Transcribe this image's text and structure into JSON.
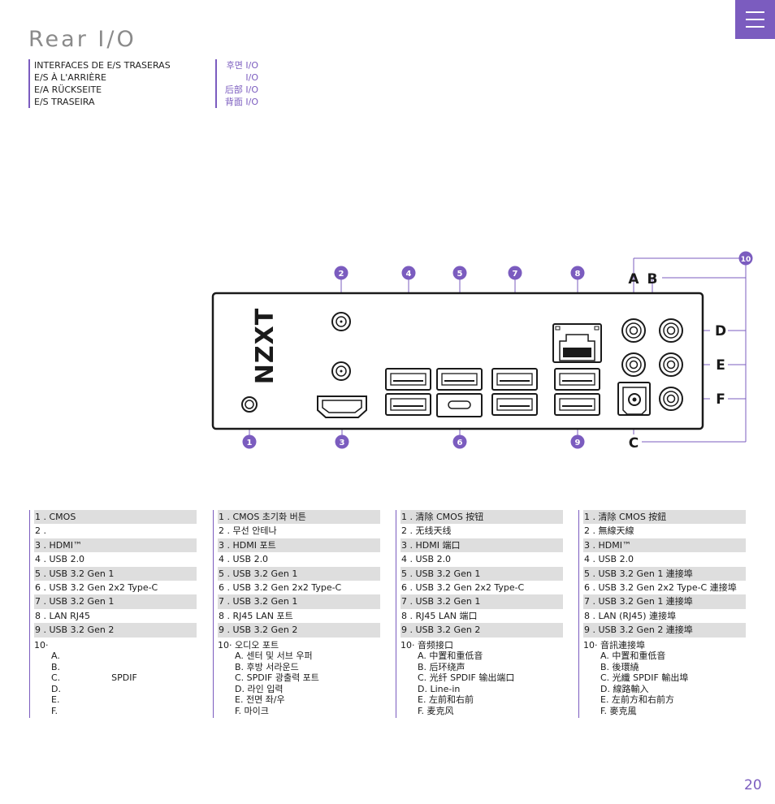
{
  "page": {
    "title": "Rear I/O",
    "page_number": "20"
  },
  "subtitles_left": [
    "INTERFACES DE E/S TRASERAS",
    "E/S À L'ARRIÈRE",
    "E/A RÜCKSEITE",
    "E/S TRASEIRA"
  ],
  "subtitles_right": [
    "후면 I/O",
    "I/O",
    "后部 I/O",
    "背面 I/O"
  ],
  "diagram": {
    "brand": "NZXT",
    "callouts": [
      "1",
      "2",
      "3",
      "4",
      "5",
      "6",
      "7",
      "8",
      "9",
      "10"
    ],
    "audio_letters": [
      "A",
      "B",
      "C",
      "D",
      "E",
      "F"
    ]
  },
  "legend_columns": [
    {
      "rows": [
        "1 . CMOS",
        "2 .",
        "3 . HDMI™",
        "4 . USB 2.0",
        "5 . USB 3.2 Gen 1",
        "6 . USB 3.2 Gen 2x2 Type-C",
        "7 . USB 3.2 Gen 1",
        "8 . LAN  RJ45",
        "9 . USB 3.2 Gen 2"
      ],
      "audio_header": "10·",
      "audio_items": [
        "A.",
        "B.",
        "C.                  SPDIF",
        "D.",
        "E.",
        "F."
      ]
    },
    {
      "rows": [
        "1 . CMOS 초기화 버튼",
        "2 . 무선 안테나",
        "3 . HDMI 포트",
        "4 . USB 2.0",
        "5 . USB 3.2 Gen 1",
        "6 . USB 3.2 Gen 2x2 Type-C",
        "7 . USB 3.2 Gen 1",
        "8 . RJ45 LAN 포트",
        "9 . USB 3.2 Gen 2"
      ],
      "audio_header": "10· 오디오 포트",
      "audio_items": [
        "A. 센터 및 서브 우퍼",
        "B. 후방 서라운드",
        "C. SPDIF 광출력 포트",
        "D. 라인 입력",
        "E. 전면 좌/우",
        "F. 마이크"
      ]
    },
    {
      "rows": [
        "1 . 清除 CMOS 按钮",
        "2 . 无线天线",
        "3 . HDMI 端口",
        "4 . USB 2.0",
        "5 . USB 3.2 Gen 1",
        "6 . USB 3.2 Gen 2x2 Type-C",
        "7 . USB 3.2 Gen 1",
        "8 . RJ45 LAN 端口",
        "9 . USB 3.2 Gen 2"
      ],
      "audio_header": "10· 音频接口",
      "audio_items": [
        "A. 中置和重低音",
        "B. 后环绕声",
        "C. 光纤 SPDIF 输出端口",
        "D. Line-in",
        "E. 左前和右前",
        "F. 麦克风"
      ]
    },
    {
      "rows": [
        "1 . 清除 CMOS 按鈕",
        "2 . 無線天線",
        "3 . HDMI™",
        "4 . USB 2.0",
        "5 . USB 3.2 Gen 1 連接埠",
        "6 . USB 3.2 Gen 2x2  Type-C 連接埠",
        "7 . USB 3.2 Gen 1 連接埠",
        "8 . LAN (RJ45) 連接埠",
        "9 . USB 3.2 Gen 2 連接埠"
      ],
      "audio_header": "10· 音訊連接埠",
      "audio_items": [
        "A. 中置和重低音",
        "B. 後環繞",
        "C. 光纖 SPDIF 輸出埠",
        "D. 線路輸入",
        "E. 左前方和右前方",
        "F. 麥克風"
      ]
    }
  ],
  "colors": {
    "accent": "#7b5cbf",
    "row_shade": "#dedede",
    "title_gray": "#8a8a8a"
  }
}
